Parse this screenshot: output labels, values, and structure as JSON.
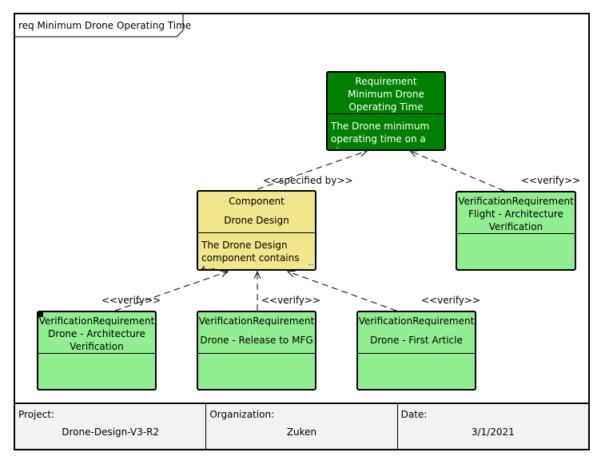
{
  "diagram": {
    "title": "req Minimum Drone Operating Time"
  },
  "elements": {
    "requirement": {
      "stereotype": "Requirement",
      "name": "Minimum Drone Operating Time",
      "name_line1": "Minimum Drone",
      "name_line2": "Operating Time",
      "text_line1": "The Drone minimum",
      "text_line2": "operating time on a sin..."
    },
    "component": {
      "stereotype": "Component",
      "name": "Drone Design",
      "text_line1": "The Drone Design",
      "text_line2": "component contains fur...",
      "more_marker": ".."
    },
    "flight_verification": {
      "stereotype": "VerificationRequirement",
      "name_line1": "Flight - Architecture",
      "name_line2": "Verification"
    },
    "drone_arch_verification": {
      "stereotype": "VerificationRequirement",
      "name_line1": "Drone - Architecture",
      "name_line2": "Verification"
    },
    "release_to_mfg": {
      "stereotype": "VerificationRequirement",
      "name": "Drone - Release to MFG"
    },
    "first_article": {
      "stereotype": "VerificationRequirement",
      "name": "Drone - First Article"
    }
  },
  "relations": {
    "specified_by": "<<specified by>>",
    "verify": "<<verify>>"
  },
  "footer": {
    "project_label": "Project:",
    "project_value": "Drone-Design-V3-R2",
    "organization_label": "Organization:",
    "organization_value": "Zuken",
    "date_label": "Date:",
    "date_value": "3/1/2021"
  },
  "colors": {
    "requirement_fill": "#008000",
    "component_fill": "#f0e68c",
    "verification_fill": "#90ee90",
    "footer_fill": "#f2f2f2"
  }
}
